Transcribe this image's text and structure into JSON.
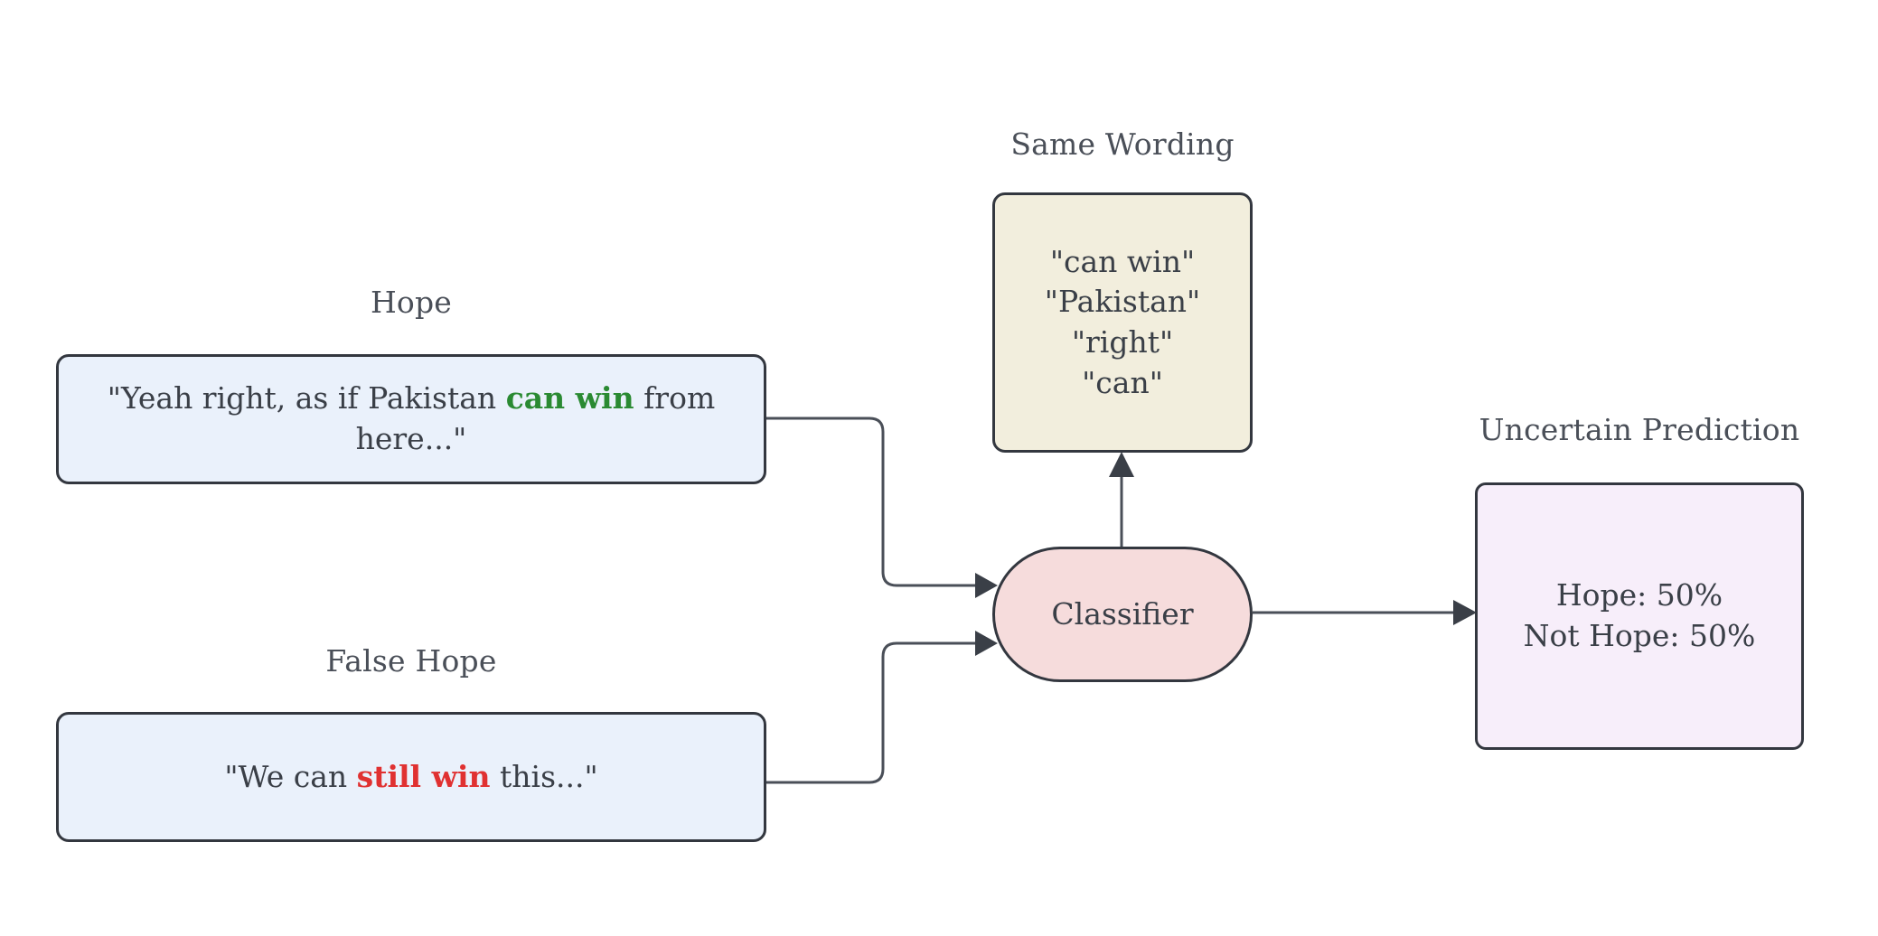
{
  "diagram": {
    "type": "flowchart",
    "title": "",
    "background_color": "#ffffff",
    "nodes": {
      "hope": {
        "caption": "Hope",
        "text_prefix": "\"Yeah right, as if Pakistan ",
        "text_highlight": "can win",
        "text_suffix": " from here...\"",
        "highlight_color": "#2a8a32",
        "fill": "#eaf1fb",
        "stroke": "#33373f",
        "shape": "rounded-rect"
      },
      "false_hope": {
        "caption": "False Hope",
        "text_prefix": "\"We can ",
        "text_highlight": "still win",
        "text_suffix": " this...\"",
        "highlight_color": "#e03131",
        "fill": "#eaf1fb",
        "stroke": "#33373f",
        "shape": "rounded-rect"
      },
      "same_wording": {
        "caption": "Same Wording",
        "lines": [
          "\"can win\"",
          "\"Pakistan\"",
          "\"right\"",
          "\"can\""
        ],
        "fill": "#f2eedd",
        "stroke": "#33373f",
        "shape": "rounded-rect"
      },
      "classifier": {
        "label": "Classifier",
        "fill": "#f6dcdc",
        "stroke": "#33373f",
        "shape": "stadium"
      },
      "uncertain_prediction": {
        "caption": "Uncertain Prediction",
        "lines": [
          "Hope: 50%",
          "Not Hope: 50%"
        ],
        "fill": "#f7eefa",
        "stroke": "#33373f",
        "shape": "rounded-rect"
      }
    },
    "edges": [
      {
        "from": "hope",
        "to": "classifier",
        "style": "orthogonal",
        "arrow": true
      },
      {
        "from": "false_hope",
        "to": "classifier",
        "style": "orthogonal",
        "arrow": true
      },
      {
        "from": "classifier",
        "to": "same_wording",
        "style": "straight-up",
        "arrow": true
      },
      {
        "from": "classifier",
        "to": "uncertain_prediction",
        "style": "straight-right",
        "arrow": true
      }
    ]
  }
}
